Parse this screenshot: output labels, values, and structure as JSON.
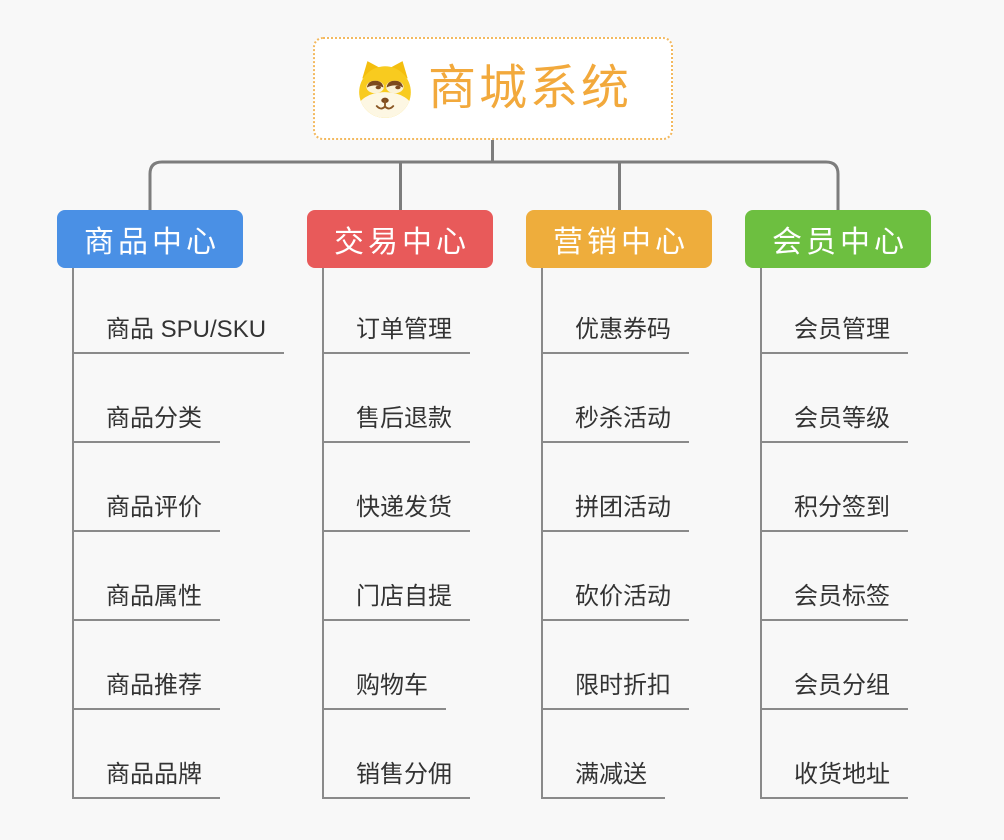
{
  "root": {
    "title": "商城系统",
    "icon": "dog-face-icon"
  },
  "branches": [
    {
      "label": "商品中心",
      "color": "#4a90e5",
      "children": [
        "商品 SPU/SKU",
        "商品分类",
        "商品评价",
        "商品属性",
        "商品推荐",
        "商品品牌"
      ]
    },
    {
      "label": "交易中心",
      "color": "#e85a5a",
      "children": [
        "订单管理",
        "售后退款",
        "快递发货",
        "门店自提",
        "购物车",
        "销售分佣"
      ]
    },
    {
      "label": "营销中心",
      "color": "#eead3c",
      "children": [
        "优惠券码",
        "秒杀活动",
        "拼团活动",
        "砍价活动",
        "限时折扣",
        "满减送"
      ]
    },
    {
      "label": "会员中心",
      "color": "#6dbf40",
      "children": [
        "会员管理",
        "会员等级",
        "积分签到",
        "会员标签",
        "会员分组",
        "收货地址"
      ]
    }
  ],
  "colors": {
    "background": "#f8f8f8",
    "connector_line": "#7d7d7d",
    "leaf_line": "#8a8a8a",
    "leaf_text": "#333333",
    "root_border": "#f3b95f",
    "root_title": "#f2a93c",
    "branch_text": "#ffffff"
  }
}
